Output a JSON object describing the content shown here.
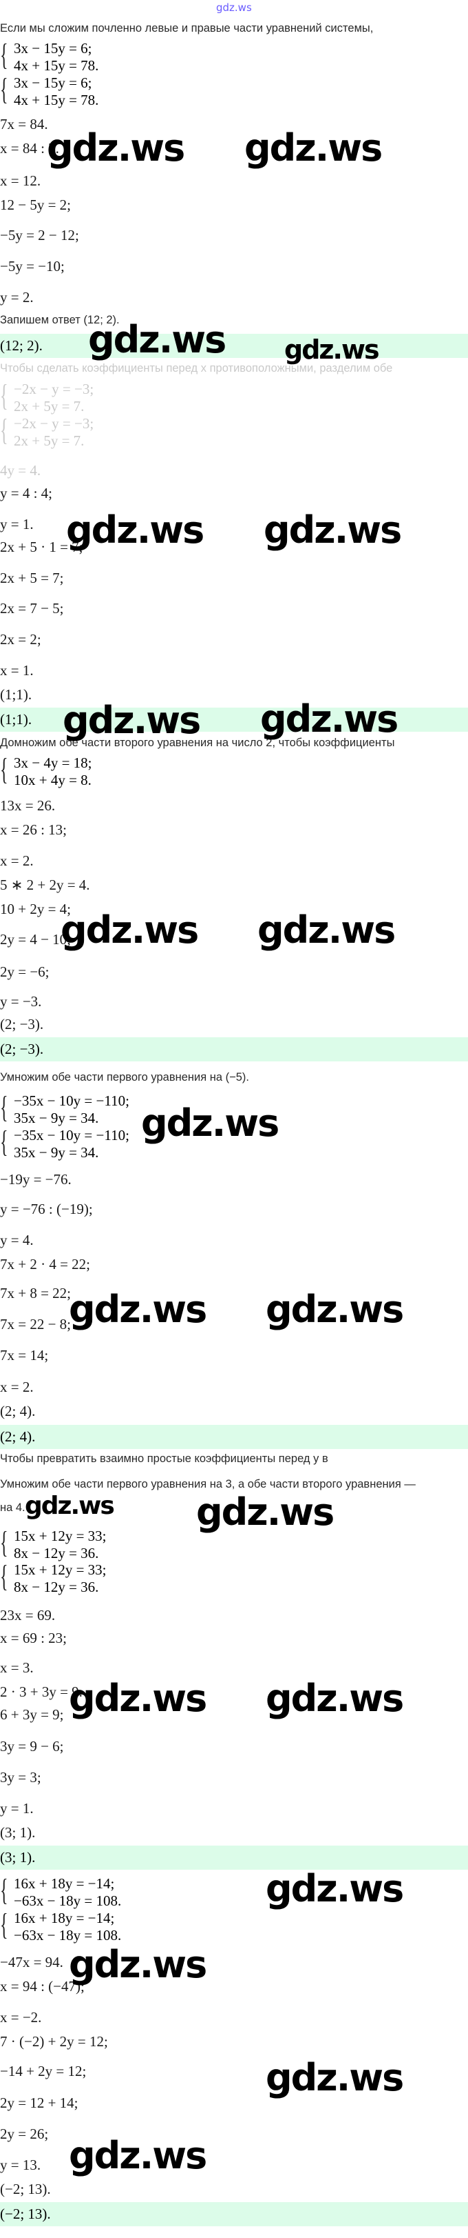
{
  "header": {
    "logo": "gdz.ws"
  },
  "items": [
    {
      "t": "text",
      "v": "Если мы сложим почленно левые и правые части уравнений системы,"
    },
    {
      "t": "sys",
      "lines": [
        "3x − 15y = 6;",
        "4x + 15y = 78."
      ]
    },
    {
      "t": "sys",
      "lines": [
        "3x − 15y = 6;",
        "4x + 15y = 78."
      ]
    },
    {
      "t": "math",
      "v": "7x = 84."
    },
    {
      "t": "math",
      "v": "x = 84 : 7."
    },
    {
      "t": "math",
      "v": "x = 12."
    },
    {
      "t": "math",
      "v": "12 − 5y = 2;"
    },
    {
      "t": "math",
      "v": "−5y = 2 − 12;"
    },
    {
      "t": "math",
      "v": "−5y = −10;"
    },
    {
      "t": "math",
      "v": "y = 2."
    },
    {
      "t": "text",
      "v": "Запишем ответ (12;  2)."
    },
    {
      "t": "answer",
      "v": "(12;  2)."
    },
    {
      "t": "text",
      "v": "Чтобы сделать коэффициенты перед x противоположными, разделим обе",
      "gray": true
    },
    {
      "t": "sys",
      "lines": [
        "−2x − y = −3;",
        "2x + 5y = 7."
      ],
      "gray": true
    },
    {
      "t": "sys",
      "lines": [
        "−2x − y = −3;",
        "2x + 5y = 7."
      ],
      "gray": true
    },
    {
      "t": "math",
      "v": "4y = 4.",
      "gray": true
    },
    {
      "t": "math",
      "v": "y = 4 : 4;"
    },
    {
      "t": "math",
      "v": "y = 1."
    },
    {
      "t": "math",
      "v": "2x + 5 · 1 = 7;"
    },
    {
      "t": "math",
      "v": "2x + 5 = 7;"
    },
    {
      "t": "math",
      "v": "2x = 7 − 5;"
    },
    {
      "t": "math",
      "v": "2x = 2;"
    },
    {
      "t": "math",
      "v": "x = 1."
    },
    {
      "t": "math",
      "v": "(1;1)."
    },
    {
      "t": "answer",
      "v": "(1;1)."
    },
    {
      "t": "text",
      "v": "Домножим обе части второго уравнения на число 2, чтобы коэффициенты"
    },
    {
      "t": "sys",
      "lines": [
        "3x − 4y = 18;",
        "10x + 4y = 8."
      ]
    },
    {
      "t": "math",
      "v": "13x = 26."
    },
    {
      "t": "math",
      "v": "x = 26 : 13;"
    },
    {
      "t": "math",
      "v": "x = 2."
    },
    {
      "t": "math",
      "v": "5 ∗ 2 + 2y = 4."
    },
    {
      "t": "math",
      "v": "10 + 2y = 4;"
    },
    {
      "t": "math",
      "v": "2y = 4 − 10;"
    },
    {
      "t": "math",
      "v": "2y = −6;"
    },
    {
      "t": "math",
      "v": "y = −3."
    },
    {
      "t": "math",
      "v": "(2; −3)."
    },
    {
      "t": "answer",
      "v": "(2; −3)."
    },
    {
      "t": "text",
      "v": "Умножим обе части первого уравнения на (−5)."
    },
    {
      "t": "sys",
      "lines": [
        "−35x − 10y = −110;",
        "35x − 9y = 34."
      ]
    },
    {
      "t": "sys",
      "lines": [
        "−35x − 10y = −110;",
        "35x − 9y = 34."
      ]
    },
    {
      "t": "math",
      "v": "−19y = −76."
    },
    {
      "t": "math",
      "v": "y = −76 : (−19);"
    },
    {
      "t": "math",
      "v": "y = 4."
    },
    {
      "t": "math",
      "v": "7x + 2 · 4 = 22;"
    },
    {
      "t": "math",
      "v": "7x + 8 = 22;"
    },
    {
      "t": "math",
      "v": "7x = 22 − 8;"
    },
    {
      "t": "math",
      "v": "7x = 14;"
    },
    {
      "t": "math",
      "v": "x = 2."
    },
    {
      "t": "math",
      "v": "(2; 4)."
    },
    {
      "t": "answer",
      "v": "(2; 4)."
    },
    {
      "t": "text",
      "v": "Чтобы превратить взаимно простые коэффициенты перед y в"
    },
    {
      "t": "text",
      "v": "Умножим обе части первого уравнения на 3, а обе части второго уравнения —"
    },
    {
      "t": "text",
      "v": "на 4."
    },
    {
      "t": "sys",
      "lines": [
        "15x + 12y = 33;",
        "8x − 12y = 36."
      ]
    },
    {
      "t": "sys",
      "lines": [
        "15x + 12y = 33;",
        "8x − 12y = 36."
      ]
    },
    {
      "t": "math",
      "v": "23x = 69."
    },
    {
      "t": "math",
      "v": "x = 69 : 23;"
    },
    {
      "t": "math",
      "v": "x = 3."
    },
    {
      "t": "math",
      "v": "2 · 3 + 3y = 9."
    },
    {
      "t": "math",
      "v": "6 + 3y = 9;"
    },
    {
      "t": "math",
      "v": "3y = 9 − 6;"
    },
    {
      "t": "math",
      "v": "3y = 3;"
    },
    {
      "t": "math",
      "v": "y = 1."
    },
    {
      "t": "math",
      "v": "(3; 1)."
    },
    {
      "t": "answer",
      "v": "(3; 1)."
    },
    {
      "t": "sys",
      "lines": [
        "16x + 18y = −14;",
        "−63x − 18y = 108."
      ]
    },
    {
      "t": "sys",
      "lines": [
        "16x + 18y = −14;",
        "−63x − 18y = 108."
      ]
    },
    {
      "t": "math",
      "v": "−47x = 94."
    },
    {
      "t": "math",
      "v": "x = 94 : (−47);"
    },
    {
      "t": "math",
      "v": "x = −2."
    },
    {
      "t": "math",
      "v": "7 · (−2) + 2y = 12;"
    },
    {
      "t": "math",
      "v": "−14 + 2y = 12;"
    },
    {
      "t": "math",
      "v": "2y = 12 + 14;"
    },
    {
      "t": "math",
      "v": "2y = 26;"
    },
    {
      "t": "math",
      "v": "y = 13."
    },
    {
      "t": "math",
      "v": "(−2;  13)."
    },
    {
      "t": "answer",
      "v": "(−2;  13)."
    }
  ],
  "watermarks": [
    "gdz.ws",
    "gdz.ws",
    "gdz.ws",
    "gdz.ws",
    "gdz.ws",
    "gdz.ws",
    "gdz.ws",
    "gdz.ws",
    "gdz.ws",
    "gdz.ws",
    "gdz.ws",
    "gdz.ws",
    "gdz.ws",
    "gdz.ws",
    "gdz.ws",
    "gdz.ws",
    "gdz.ws",
    "gdz.ws",
    "gdz.ws",
    "gdz.ws",
    "gdz.ws"
  ],
  "colors": {
    "answer_bg": "#dcfce9",
    "logo": "#6a5cff",
    "muted": "#c9c9c9"
  }
}
